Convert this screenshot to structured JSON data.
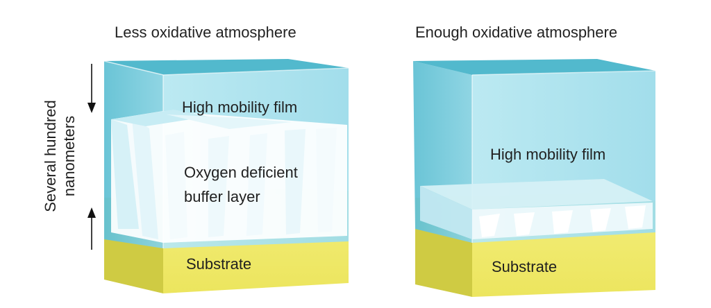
{
  "panels": [
    {
      "title": "Less oxidative atmosphere",
      "labels": {
        "film": "High mobility film",
        "buffer_line1": "Oxygen deficient",
        "buffer_line2": "buffer layer",
        "substrate": "Substrate"
      }
    },
    {
      "title": "Enough oxidative atmosphere",
      "labels": {
        "film": "High mobility film",
        "substrate": "Substrate"
      }
    }
  ],
  "thickness_annotation": {
    "line1": "Several hundred",
    "line2": "nanometers"
  },
  "colors": {
    "film_front": "#9fdde9",
    "film_side": "#6cc6d8",
    "film_top": "#4fb8cc",
    "substrate_front": "#f0ea6e",
    "substrate_side": "#c9c63f",
    "substrate_top": "#e6e25a",
    "buffer": "#ffffff"
  }
}
